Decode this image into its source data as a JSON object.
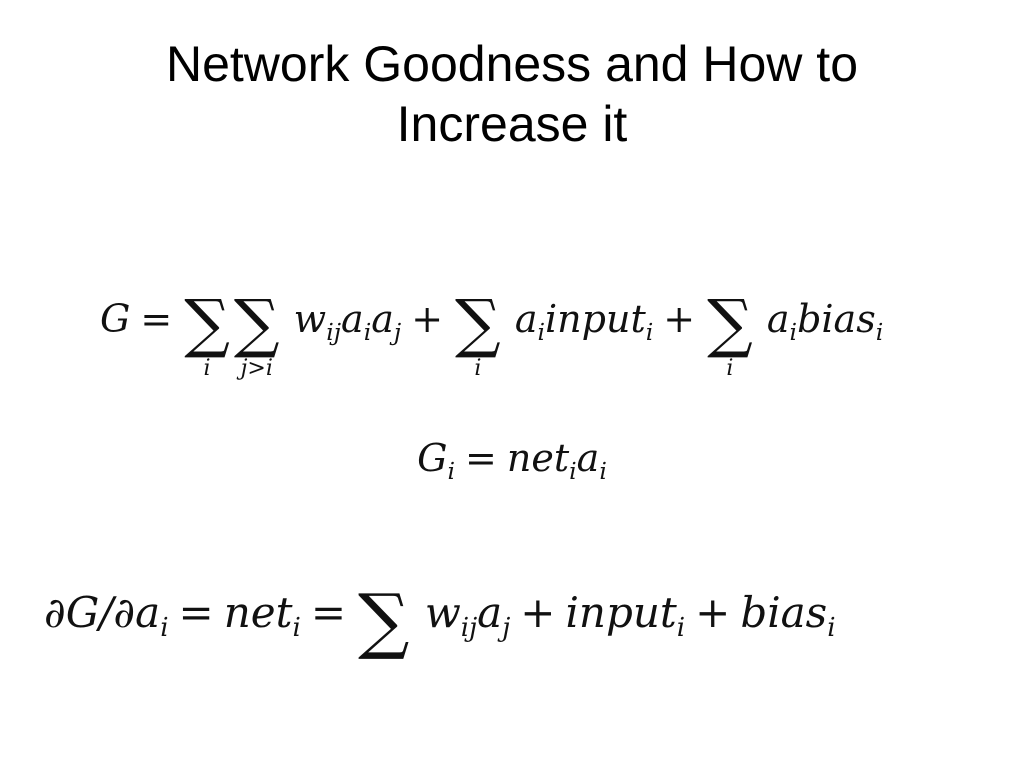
{
  "slide": {
    "title_line1": "Network Goodness and How to",
    "title_line2": "Increase it"
  },
  "equations": {
    "eq1": {
      "lhs": "G",
      "eq": "=",
      "sum": "∑",
      "sum1_lim": "i",
      "sum2_lim": "j>i",
      "t1_w": "w",
      "t1_w_sub": "ij",
      "t1_a1": "a",
      "t1_a1_sub": "i",
      "t1_a2": "a",
      "t1_a2_sub": "j",
      "plus": "+",
      "sum3_lim": "i",
      "t2_a": "a",
      "t2_a_sub": "i",
      "t2_input": "input",
      "t2_input_sub": "i",
      "sum4_lim": "i",
      "t3_a": "a",
      "t3_a_sub": "i",
      "t3_bias": "bias",
      "t3_bias_sub": "i"
    },
    "eq2": {
      "lhs": "G",
      "lhs_sub": "i",
      "eq": "=",
      "net": "net",
      "net_sub": "i",
      "a": "a",
      "a_sub": "i"
    },
    "eq3": {
      "lhs": "∂G/∂a",
      "lhs_sub": "i",
      "eq": "=",
      "net": "net",
      "net_sub": "i",
      "sum": "∑",
      "w": "w",
      "w_sub": "ij",
      "a": "a",
      "a_sub": "j",
      "plus": "+",
      "input": "input",
      "input_sub": "i",
      "bias": "bias",
      "bias_sub": "i"
    }
  }
}
